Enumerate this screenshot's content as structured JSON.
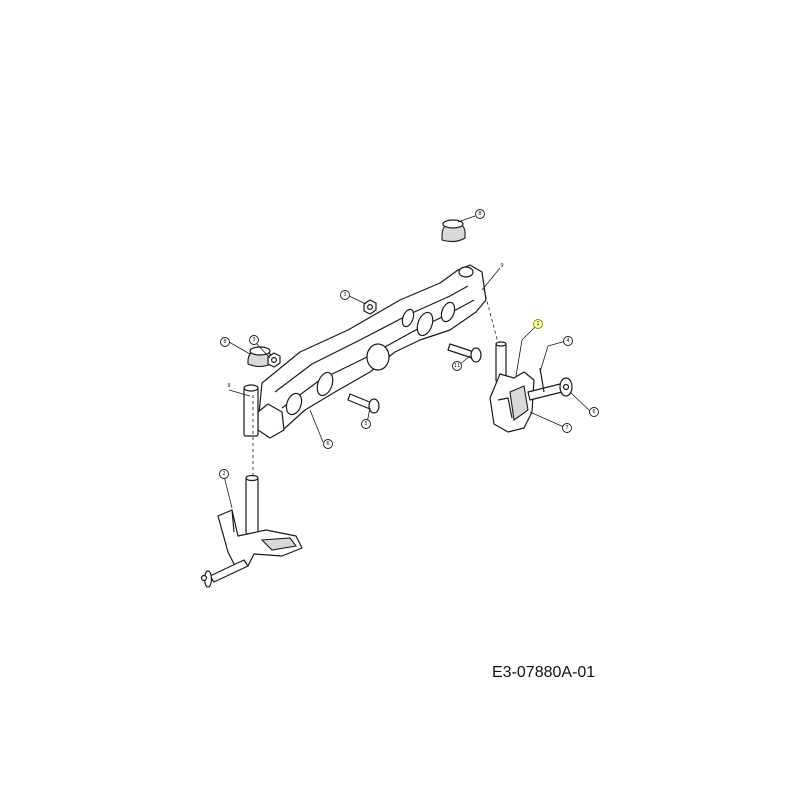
{
  "drawing": {
    "number": "E3-07880A-01"
  },
  "callouts": [
    {
      "id": "callout-cap-top",
      "label": "8"
    },
    {
      "id": "callout-bolt-top-right",
      "label": "9"
    },
    {
      "id": "callout-nut-center",
      "label": "3"
    },
    {
      "id": "callout-cap-left",
      "label": "8"
    },
    {
      "id": "callout-nut-left",
      "label": "3"
    },
    {
      "id": "callout-bolt-left",
      "label": "9"
    },
    {
      "id": "callout-axle-beam",
      "label": "6"
    },
    {
      "id": "callout-pin-lower",
      "label": "5"
    },
    {
      "id": "callout-pin-upper",
      "label": "11"
    },
    {
      "id": "callout-spindle-right",
      "label": "1"
    },
    {
      "id": "callout-cotter-pin",
      "label": "4"
    },
    {
      "id": "callout-washer",
      "label": "6"
    },
    {
      "id": "callout-spindle-right-lower",
      "label": "7"
    },
    {
      "id": "callout-spindle-left",
      "label": "2"
    }
  ],
  "colors": {
    "line": "#1a1a1a",
    "highlight": "#ffff9a",
    "background": "#ffffff"
  }
}
